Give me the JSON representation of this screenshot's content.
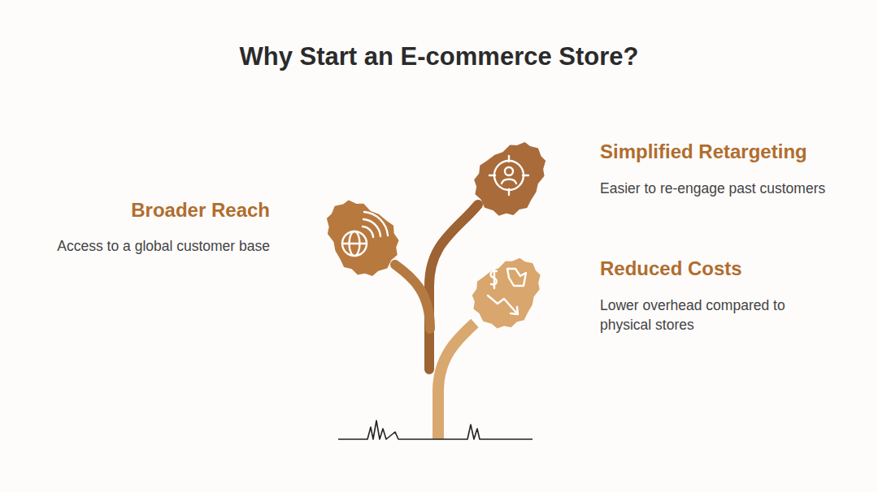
{
  "diagram": {
    "title": "Why Start an E-commerce Store?",
    "nodes": [
      {
        "text": [
          "Simplified Retargeting",
          "Easier to re-engage past customers"
        ]
      },
      {
        "text": [
          "Broader Reach",
          "Access to a global customer base"
        ]
      },
      {
        "text": [
          "Reduced Costs",
          "Lower overhead compared to physical stores"
        ]
      }
    ]
  }
}
